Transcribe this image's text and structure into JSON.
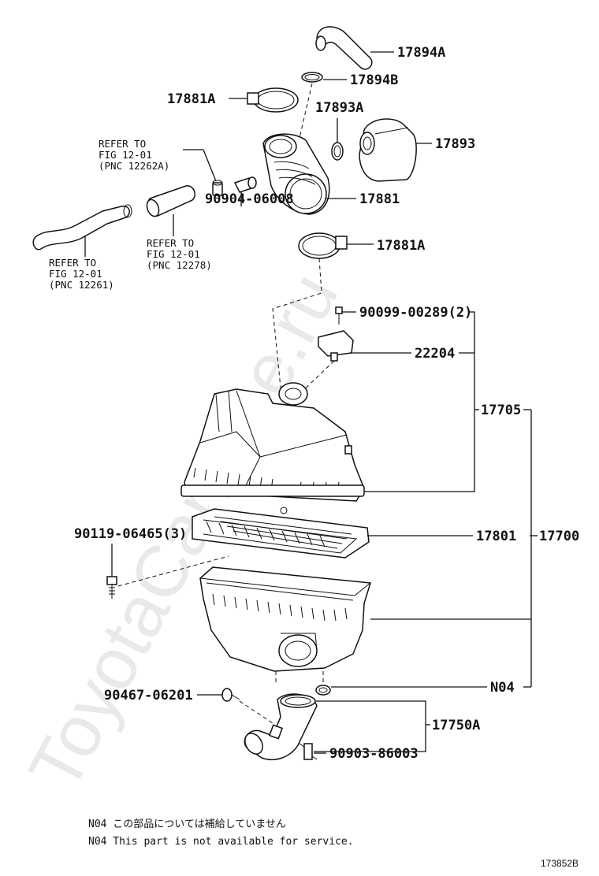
{
  "watermark": "ToyotaCarMine.ru",
  "parts": {
    "p17894A": "17894A",
    "p17894B": "17894B",
    "p17881A_top": "17881A",
    "p17893A": "17893A",
    "p17893": "17893",
    "p17881": "17881",
    "p90904": "90904-06008",
    "p17881A_bottom": "17881A",
    "p90099": "90099-00289(2)",
    "p22204": "22204",
    "p17705": "17705",
    "p90119": "90119-06465(3)",
    "p17801": "17801",
    "p17700": "17700",
    "pN04": "N04",
    "p90467": "90467-06201",
    "p17750A": "17750A",
    "p90903": "90903-86003"
  },
  "refs": {
    "ref1": [
      "REFER TO",
      "FIG 12-01",
      "(PNC 12262A)"
    ],
    "ref2": [
      "REFER TO",
      "FIG 12-01",
      "(PNC 12278)"
    ],
    "ref3": [
      "REFER TO",
      "FIG 12-01",
      "(PNC 12261)"
    ]
  },
  "notes": {
    "jp": "N04 この部品については補給していません",
    "en": "N04 This part is not available for service."
  },
  "figure_code": "173852B"
}
